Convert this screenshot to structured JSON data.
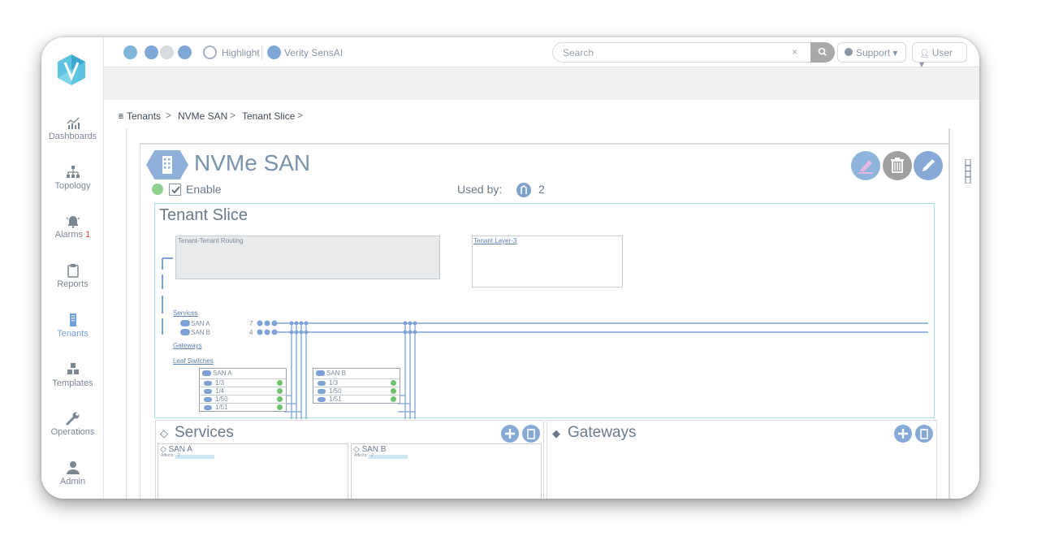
{
  "sidebar": {
    "items": [
      {
        "label": "Dashboards",
        "icon": "dashboard-icon"
      },
      {
        "label": "Topology",
        "icon": "topology-icon"
      },
      {
        "label": "Alarms",
        "icon": "alarm-bell-icon",
        "count": "1"
      },
      {
        "label": "Reports",
        "icon": "clipboard-icon"
      },
      {
        "label": "Tenants",
        "icon": "building-icon",
        "active": true
      },
      {
        "label": "Templates",
        "icon": "cubes-icon"
      },
      {
        "label": "Operations",
        "icon": "wrench-icon"
      },
      {
        "label": "Admin",
        "icon": "user-icon"
      }
    ]
  },
  "topbar": {
    "highlight_label": "Highlight",
    "sensai_label": "Verity SensAI",
    "search_placeholder": "Search",
    "search_clear": "×",
    "support_label": "Support",
    "user_label": "User"
  },
  "breadcrumb": {
    "items": [
      "Tenants",
      "NVMe SAN",
      "Tenant Slice"
    ],
    "separator": ">"
  },
  "tenant": {
    "name": "NVMe SAN",
    "enable_label": "Enable",
    "enabled": true,
    "used_by_label": "Used by:",
    "used_by_count": "2"
  },
  "slice": {
    "title": "Tenant Slice",
    "routing_label": "Tenant-Tenant Routing",
    "layer3_label": "Tenant Layer-3",
    "services_label": "Services",
    "service_rows": [
      {
        "name": "SAN A",
        "num": "7"
      },
      {
        "name": "SAN B",
        "num": "4"
      }
    ],
    "gateways_label": "Gateways",
    "leaf_label": "Leaf Switches",
    "switches": [
      {
        "name": "SAN A",
        "ports": [
          "1/3",
          "1/4",
          "1/50",
          "1/51"
        ]
      },
      {
        "name": "SAN B",
        "ports": [
          "1/3",
          "1/50",
          "1/51"
        ]
      }
    ]
  },
  "services_panel": {
    "title": "Services",
    "cards": [
      {
        "name": "SAN A",
        "affects_label": "Affects:",
        "affects_count": "2"
      },
      {
        "name": "SAN B",
        "affects_label": "Affects:",
        "affects_count": "2"
      }
    ]
  },
  "gateways_panel": {
    "title": "Gateways"
  },
  "colors": {
    "accent": "#86a9d6",
    "line": "#7fa2d6",
    "active_nav": "#6f9fd8",
    "alarm": "#e0453a",
    "status_ok": "#8fd18f"
  }
}
